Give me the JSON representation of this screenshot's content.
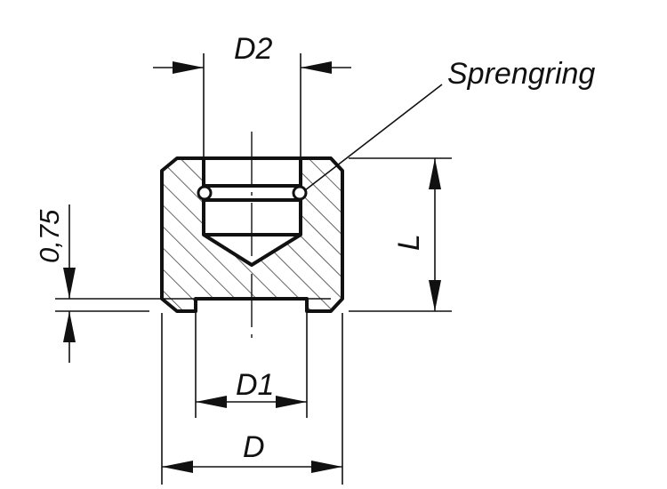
{
  "labels": {
    "d2": "D2",
    "sprengring": "Sprengring",
    "l": "L",
    "dim_075": "0,75",
    "d1": "D1",
    "d": "D"
  },
  "colors": {
    "line": "#111111",
    "background": "#ffffff"
  }
}
